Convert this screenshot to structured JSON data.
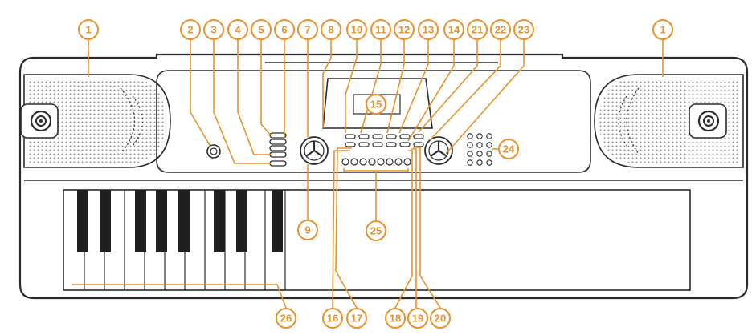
{
  "callouts": {
    "c1a": "1",
    "c1b": "1",
    "c2": "2",
    "c3": "3",
    "c4": "4",
    "c5": "5",
    "c6": "6",
    "c7": "7",
    "c8": "8",
    "c9": "9",
    "c10": "10",
    "c11": "11",
    "c12": "12",
    "c13": "13",
    "c14": "14",
    "c15": "15",
    "c16": "16",
    "c17": "17",
    "c18": "18",
    "c19": "19",
    "c20": "20",
    "c21": "21",
    "c22": "22",
    "c23": "23",
    "c24": "24",
    "c25": "25",
    "c26": "26"
  },
  "colors": {
    "accent": "#e8922c",
    "line": "#2b2b2b",
    "fill_light": "#f3f3f3"
  },
  "icon_names": [
    "speaker-grille",
    "volume-knob",
    "tempo-dial",
    "dc-jack"
  ]
}
